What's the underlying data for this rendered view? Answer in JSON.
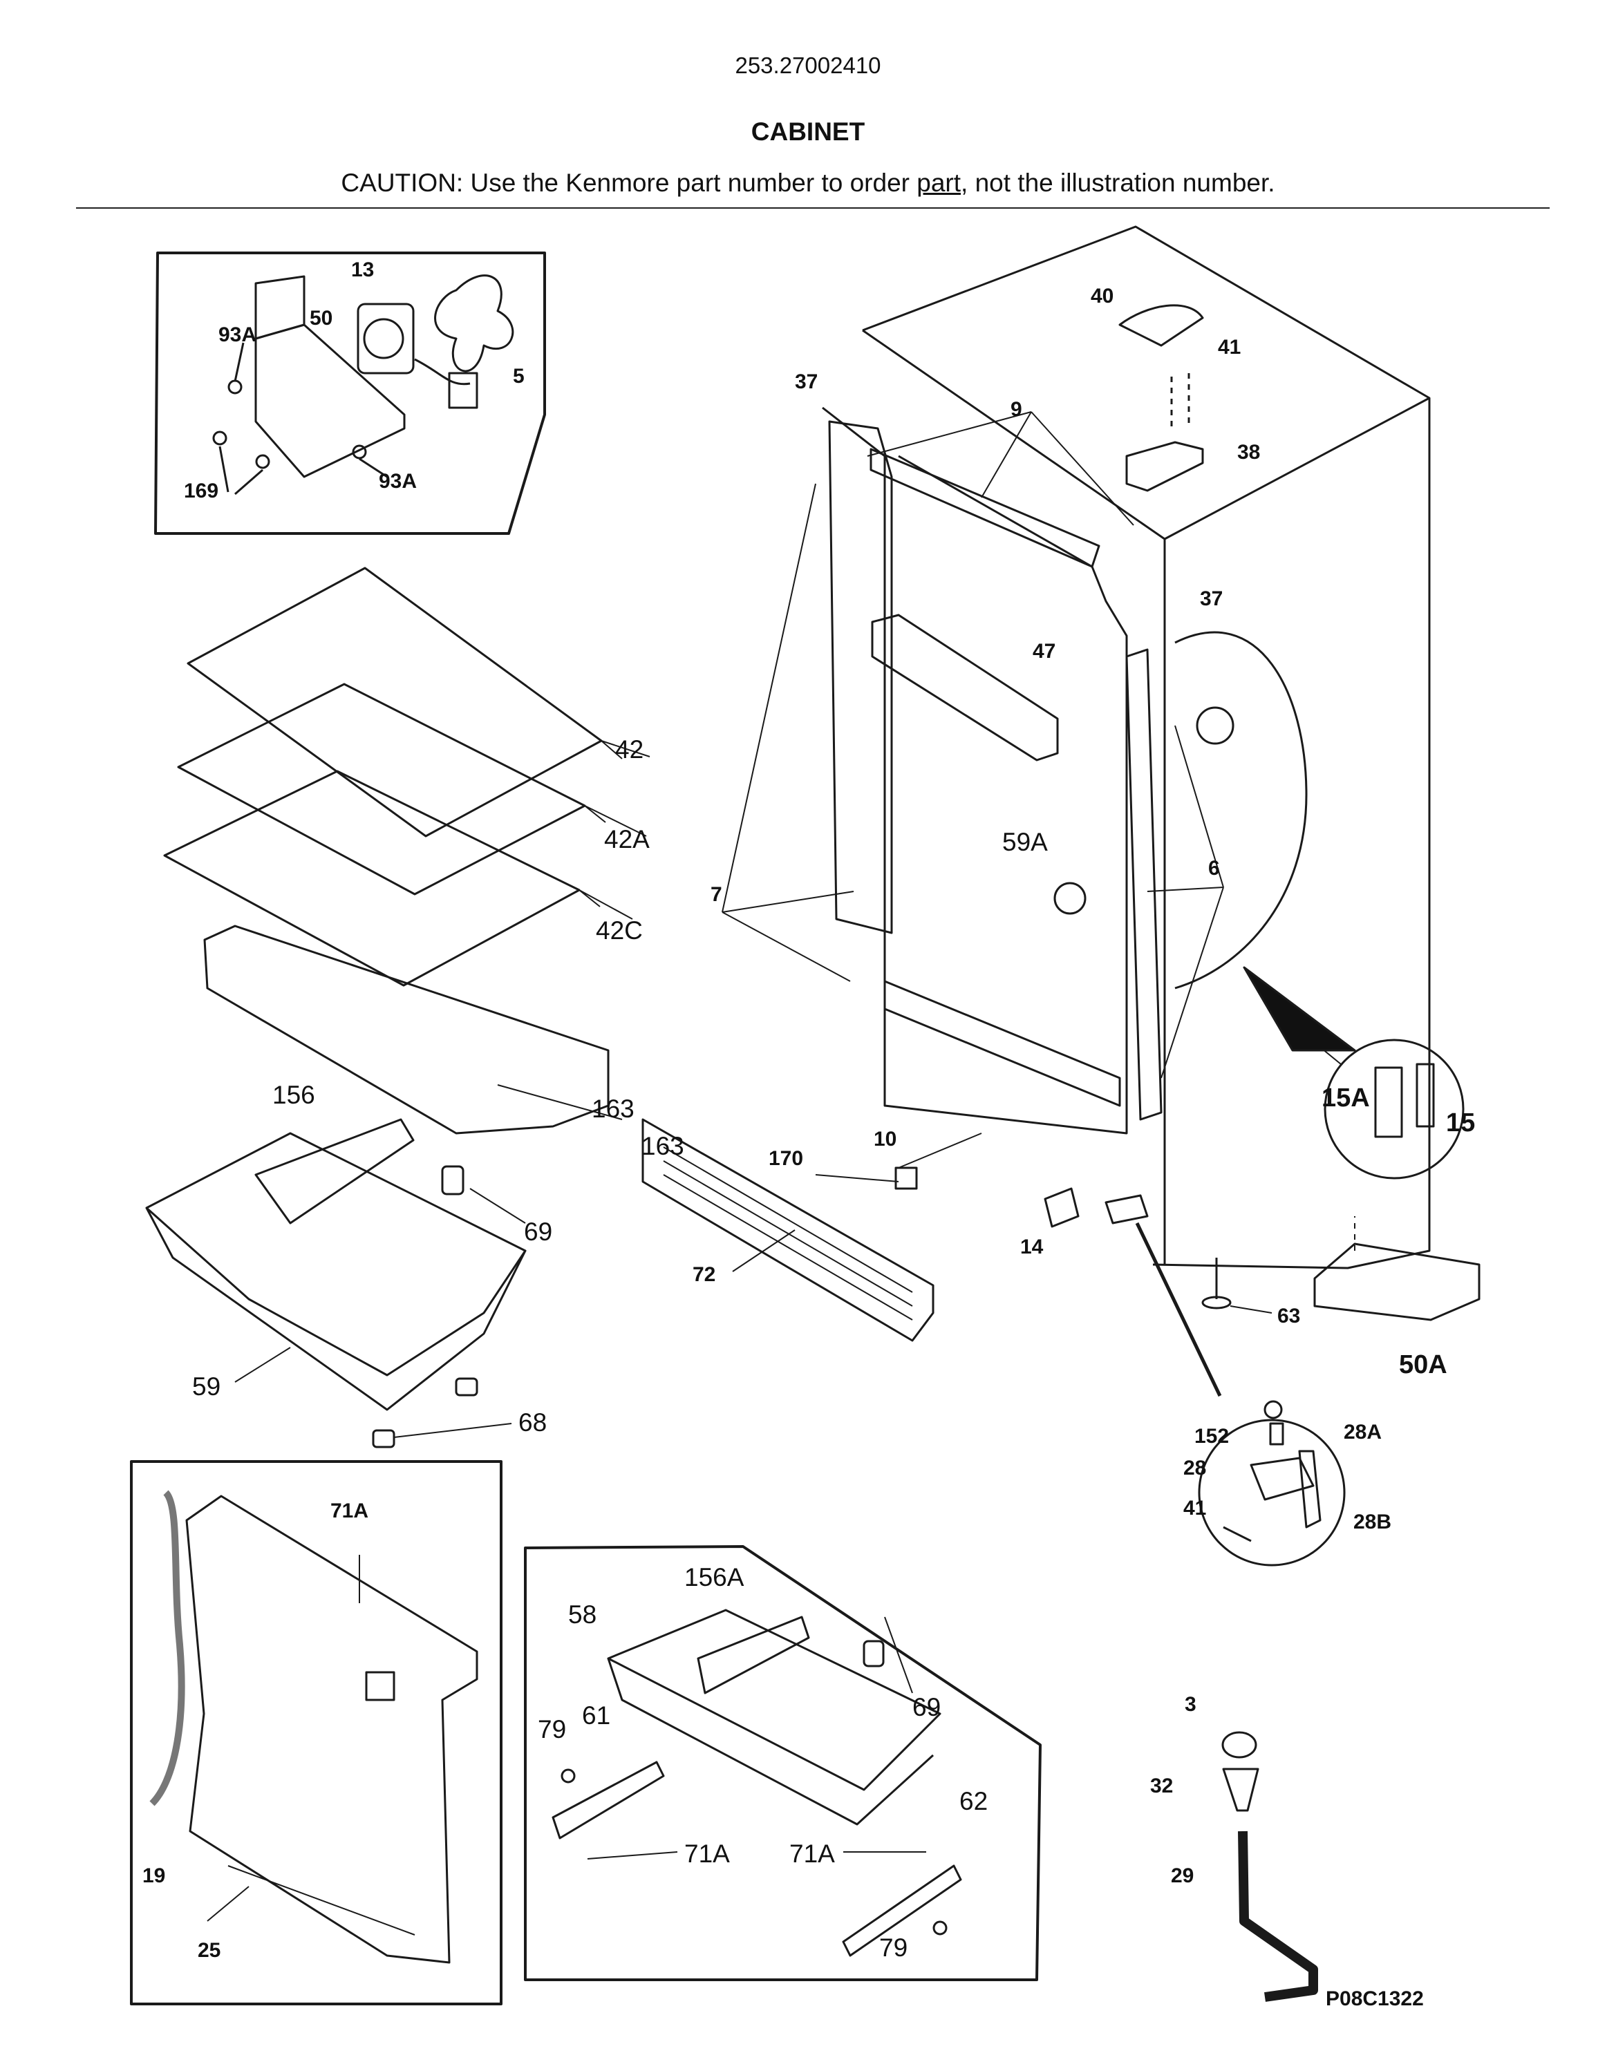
{
  "header": {
    "model": "253.27002410",
    "title": "CABINET",
    "caution_before": "CAUTION: Use the Kenmore part number to order ",
    "caution_link": "part",
    "caution_after": ", not the illustration number."
  },
  "callouts": {
    "c13": "13",
    "c50": "50",
    "c93a_top": "93A",
    "c5": "5",
    "c169": "169",
    "c93a_bottom": "93A",
    "c37_top": "37",
    "c9": "9",
    "c40": "40",
    "c41_top": "41",
    "c38": "38",
    "c37_right": "37",
    "c47": "47",
    "c59a": "59A",
    "c7": "7",
    "c6": "6",
    "c42": "42",
    "c42a": "42A",
    "c42c": "42C",
    "c163_tray": "163",
    "c156": "156",
    "c69": "69",
    "c59": "59",
    "c68": "68",
    "c163_grille": "163",
    "c72": "72",
    "c10": "10",
    "c170": "170",
    "c14": "14",
    "c15a": "15A",
    "c15": "15",
    "c63": "63",
    "c50a": "50A",
    "c152": "152",
    "c28a": "28A",
    "c28": "28",
    "c41_hinge": "41",
    "c28b": "28B",
    "c71a_panel": "71A",
    "c19": "19",
    "c25": "25",
    "c156a": "156A",
    "c58": "58",
    "c69_basket": "69",
    "c79_left": "79",
    "c61": "61",
    "c71a_left": "71A",
    "c71a_right": "71A",
    "c62": "62",
    "c79_right": "79",
    "c3": "3",
    "c32": "32",
    "c29": "29",
    "drawing_code": "P08C1322"
  }
}
